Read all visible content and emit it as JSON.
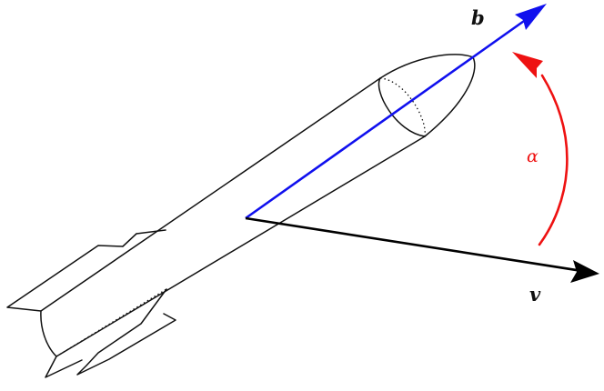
{
  "diagram": {
    "labels": {
      "body_axis": "b",
      "velocity": "v",
      "angle": "α"
    },
    "colors": {
      "body_axis": "#1010ee",
      "velocity": "#000000",
      "angle": "#ee1111",
      "outline": "#111111"
    }
  }
}
